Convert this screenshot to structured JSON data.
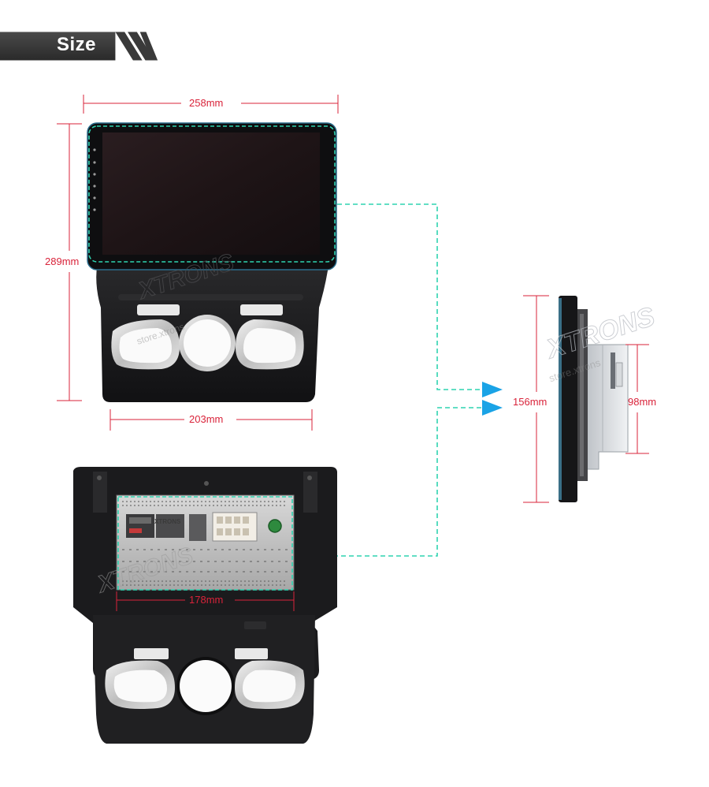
{
  "section": {
    "title": "Size"
  },
  "brand": {
    "logo_text": "XTRONS",
    "watermark": "store.xtrons"
  },
  "dimensions": {
    "front_width": "258mm",
    "front_height": "289mm",
    "bottom_width": "203mm",
    "side_height": "156mm",
    "side_depth": "98mm",
    "chassis_width": "178mm"
  },
  "colors": {
    "dimension_red": "#d9233a",
    "guide_teal": "#2fd3b0",
    "arrow_blue": "#1aa3e6",
    "banner_dark": "#3a3a3a",
    "panel_black": "#1c1c1e"
  }
}
